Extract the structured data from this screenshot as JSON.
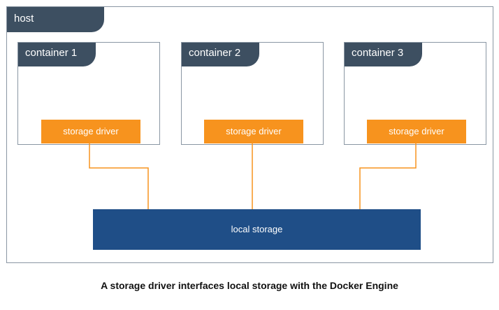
{
  "diagram": {
    "host_label": "host",
    "containers": [
      {
        "label": "container 1",
        "driver_label": "storage driver"
      },
      {
        "label": "container 2",
        "driver_label": "storage driver"
      },
      {
        "label": "container 3",
        "driver_label": "storage driver"
      }
    ],
    "local_storage_label": "local storage",
    "caption": "A storage driver interfaces local storage with the Docker Engine"
  },
  "colors": {
    "tab": "#3d4f61",
    "driver": "#f7931e",
    "local_storage": "#1f4e87",
    "border": "#8a96a3"
  }
}
